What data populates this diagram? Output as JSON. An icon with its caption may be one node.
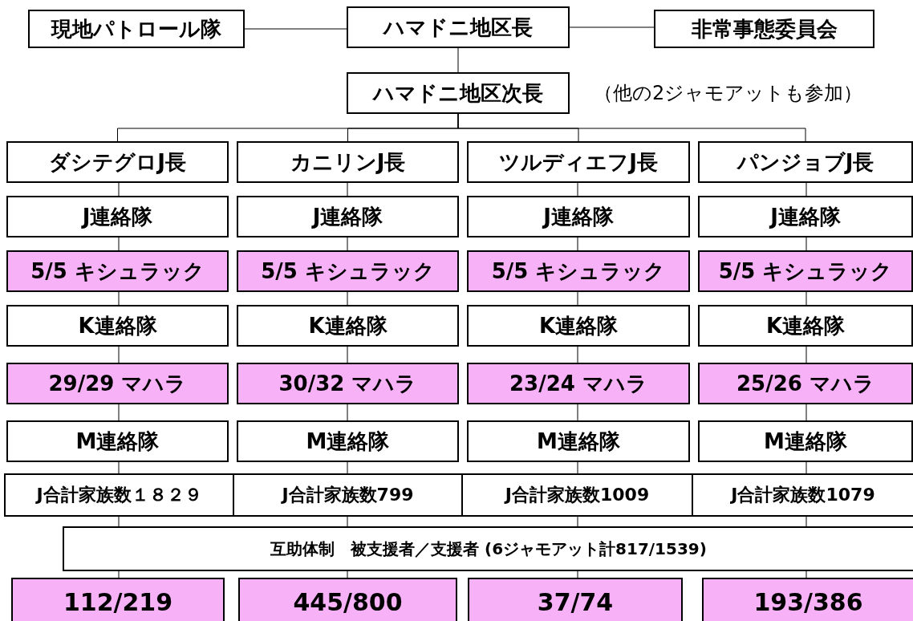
{
  "diagram": {
    "nodes": [
      {
        "text": [
          "現地パトロール隊"
        ]
      },
      {
        "text": [
          "ハマドニ地区長"
        ]
      },
      {
        "text": [
          "非常事態委員会"
        ]
      },
      {
        "text": [
          "ハマドニ地区次長"
        ]
      },
      {
        "text": [
          "ダシテグロJ長"
        ]
      },
      {
        "text": [
          "カニリンJ長"
        ]
      },
      {
        "text": [
          "ツルディエフJ長"
        ]
      },
      {
        "text": [
          "パンジョブJ長"
        ]
      },
      {
        "text": [
          "J連絡隊"
        ]
      },
      {
        "text": [
          "J連絡隊"
        ]
      },
      {
        "text": [
          "J連絡隊"
        ]
      },
      {
        "text": [
          "J連絡隊"
        ]
      },
      {
        "text": [
          "5/5 キシュラック"
        ]
      },
      {
        "text": [
          "5/5 キシュラック"
        ]
      },
      {
        "text": [
          "5/5 キシュラック"
        ]
      },
      {
        "text": [
          "5/5 キシュラック"
        ]
      },
      {
        "text": [
          "K連絡隊"
        ]
      },
      {
        "text": [
          "K連絡隊"
        ]
      },
      {
        "text": [
          "K連絡隊"
        ]
      },
      {
        "text": [
          "K連絡隊"
        ]
      },
      {
        "text": [
          "29/29 マハラ"
        ]
      },
      {
        "text": [
          "30/32 マハラ"
        ]
      },
      {
        "text": [
          "23/24 マハラ"
        ]
      },
      {
        "text": [
          "25/26 マハラ"
        ]
      },
      {
        "text": [
          "M連絡隊"
        ]
      },
      {
        "text": [
          "M連絡隊"
        ]
      },
      {
        "text": [
          "M連絡隊"
        ]
      },
      {
        "text": [
          "M連絡隊"
        ]
      },
      {
        "text": [
          "J合計家族数１８２９"
        ]
      },
      {
        "text": [
          "J合計家族数799"
        ]
      },
      {
        "text": [
          "J合計家族数1009"
        ]
      },
      {
        "text": [
          "J合計家族数1079"
        ]
      },
      {
        "text": [
          "互助体制　被支援者／支援者 (6ジャモアット計817/1539)"
        ]
      },
      {
        "text": [
          "112/219"
        ]
      },
      {
        "text": [
          "445/800"
        ]
      },
      {
        "text": [
          "37/74"
        ]
      },
      {
        "text": [
          "193/386"
        ]
      }
    ],
    "edges": [
      {
        "from": 0,
        "to": 1,
        "arrow": "none"
      },
      {
        "from": 1,
        "to": 2,
        "arrow": "none"
      },
      {
        "from": 1,
        "to": 3,
        "arrow": "none"
      },
      {
        "from": 3,
        "to": 4,
        "arrow": "none"
      },
      {
        "from": 3,
        "to": 5,
        "arrow": "none"
      },
      {
        "from": 3,
        "to": 6,
        "arrow": "none"
      },
      {
        "from": 3,
        "to": 7,
        "arrow": "none"
      },
      {
        "from": 4,
        "to": 8,
        "arrow": "none"
      },
      {
        "from": 5,
        "to": 9,
        "arrow": "none"
      },
      {
        "from": 6,
        "to": 10,
        "arrow": "none"
      },
      {
        "from": 7,
        "to": 11,
        "arrow": "none"
      },
      {
        "from": 8,
        "to": 12,
        "arrow": "none"
      },
      {
        "from": 9,
        "to": 13,
        "arrow": "none"
      },
      {
        "from": 10,
        "to": 14,
        "arrow": "none"
      },
      {
        "from": 11,
        "to": 15,
        "arrow": "none"
      },
      {
        "from": 12,
        "to": 16,
        "arrow": "none"
      },
      {
        "from": 13,
        "to": 17,
        "arrow": "none"
      },
      {
        "from": 14,
        "to": 18,
        "arrow": "none"
      },
      {
        "from": 15,
        "to": 19,
        "arrow": "none"
      },
      {
        "from": 16,
        "to": 20,
        "arrow": "none"
      },
      {
        "from": 17,
        "to": 21,
        "arrow": "none"
      },
      {
        "from": 18,
        "to": 22,
        "arrow": "none"
      },
      {
        "from": 19,
        "to": 23,
        "arrow": "none"
      },
      {
        "from": 20,
        "to": 24,
        "arrow": "none"
      },
      {
        "from": 21,
        "to": 25,
        "arrow": "none"
      },
      {
        "from": 22,
        "to": 26,
        "arrow": "none"
      },
      {
        "from": 23,
        "to": 27,
        "arrow": "none"
      },
      {
        "from": 24,
        "to": 28,
        "arrow": "none"
      },
      {
        "from": 25,
        "to": 29,
        "arrow": "none"
      },
      {
        "from": 26,
        "to": 30,
        "arrow": "none"
      },
      {
        "from": 27,
        "to": 31,
        "arrow": "none"
      },
      {
        "from": 28,
        "to": 32,
        "arrow": "none"
      },
      {
        "from": 29,
        "to": 32,
        "arrow": "none"
      },
      {
        "from": 30,
        "to": 32,
        "arrow": "none"
      },
      {
        "from": 31,
        "to": 32,
        "arrow": "none"
      },
      {
        "from": 32,
        "to": 33,
        "arrow": "none"
      },
      {
        "from": 32,
        "to": 34,
        "arrow": "none"
      },
      {
        "from": 32,
        "to": 35,
        "arrow": "none"
      },
      {
        "from": 32,
        "to": 36,
        "arrow": "none"
      }
    ],
    "labels": [
      "（他の2ジャモアットも参加）"
    ]
  }
}
